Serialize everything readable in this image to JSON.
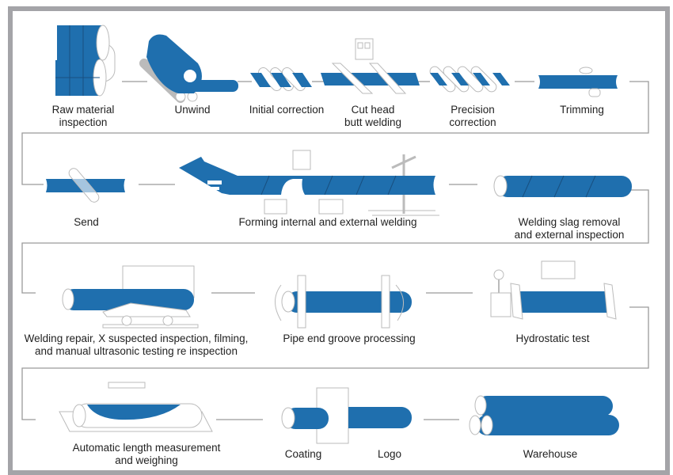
{
  "title": "Spiral welded steel pipe production process",
  "colors": {
    "pipe_blue": "#1f6fae",
    "outline": "#b8b8b8",
    "connector": "#9a9a9a",
    "frame": "#a4a4a8"
  },
  "rows": [
    {
      "steps": [
        {
          "id": "raw",
          "label_lines": [
            "Raw material",
            "inspection"
          ],
          "icon": "steel-coils-icon"
        },
        {
          "id": "unwind",
          "label_lines": [
            "Unwind"
          ],
          "icon": "uncoiler-icon"
        },
        {
          "id": "initial",
          "label_lines": [
            "Initial correction"
          ],
          "icon": "straightening-rollers-icon"
        },
        {
          "id": "cut",
          "label_lines": [
            "Cut head",
            "butt welding"
          ],
          "icon": "butt-welder-icon"
        },
        {
          "id": "precision",
          "label_lines": [
            "Precision",
            "correction"
          ],
          "icon": "leveling-rollers-icon"
        },
        {
          "id": "trim",
          "label_lines": [
            "Trimming"
          ],
          "icon": "edge-trimmer-icon"
        }
      ]
    },
    {
      "steps": [
        {
          "id": "send",
          "label_lines": [
            "Send"
          ],
          "icon": "feed-roller-icon"
        },
        {
          "id": "forming",
          "label_lines": [
            "Forming internal and external welding"
          ],
          "icon": "forming-welding-icon"
        },
        {
          "id": "slag",
          "label_lines": [
            "Welding slag removal",
            "and external inspection"
          ],
          "icon": "pipe-inspection-icon"
        }
      ]
    },
    {
      "steps": [
        {
          "id": "repair",
          "label_lines": [
            "Welding repair, X suspected inspection, filming,",
            "and manual ultrasonic testing re inspection"
          ],
          "icon": "xray-inspection-icon"
        },
        {
          "id": "groove",
          "label_lines": [
            "Pipe end groove processing"
          ],
          "icon": "beveling-machine-icon"
        },
        {
          "id": "hydro",
          "label_lines": [
            "Hydrostatic test"
          ],
          "icon": "hydrostatic-tester-icon"
        }
      ]
    },
    {
      "steps": [
        {
          "id": "measure",
          "label_lines": [
            "Automatic length measurement",
            "and weighing"
          ],
          "icon": "measuring-scale-icon"
        },
        {
          "id": "coating",
          "label_lines": [
            "Coating"
          ],
          "icon": "coating-booth-icon"
        },
        {
          "id": "logo",
          "label_lines": [
            "Logo"
          ],
          "icon": "marked-pipe-icon"
        },
        {
          "id": "warehouse",
          "label_lines": [
            "Warehouse"
          ],
          "icon": "pipe-stack-icon"
        }
      ]
    }
  ]
}
